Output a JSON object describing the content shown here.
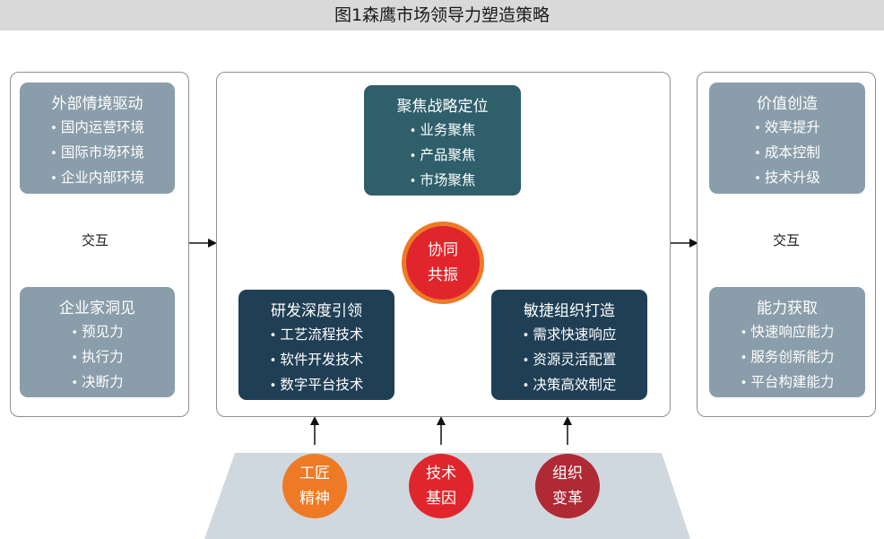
{
  "title": "图1森鹰市场领导力塑造策略",
  "left_panel": {
    "top_box": {
      "title": "外部情境驱动",
      "items": [
        "国内运营环境",
        "国际市场环境",
        "企业内部环境"
      ]
    },
    "interaction_label": "交互",
    "bottom_box": {
      "title": "企业家洞见",
      "items": [
        "预见力",
        "执行力",
        "决断力"
      ]
    }
  },
  "center_panel": {
    "top_box": {
      "title": "聚焦战略定位",
      "items": [
        "业务聚焦",
        "产品聚焦",
        "市场聚焦"
      ]
    },
    "left_box": {
      "title": "研发深度引领",
      "items": [
        "工艺流程技术",
        "软件开发技术",
        "数字平台技术"
      ]
    },
    "right_box": {
      "title": "敏捷组织打造",
      "items": [
        "需求快速响应",
        "资源灵活配置",
        "决策高效制定"
      ]
    },
    "center_circle": {
      "line1": "协同",
      "line2": "共振"
    }
  },
  "right_panel": {
    "top_box": {
      "title": "价值创造",
      "items": [
        "效率提升",
        "成本控制",
        "技术升级"
      ]
    },
    "interaction_label": "交互",
    "bottom_box": {
      "title": "能力获取",
      "items": [
        "快速响应能力",
        "服务创新能力",
        "平台构建能力"
      ]
    }
  },
  "foundation": {
    "circles": [
      {
        "line1": "工匠",
        "line2": "精神"
      },
      {
        "line1": "技术",
        "line2": "基因"
      },
      {
        "line1": "组织",
        "line2": "变革"
      }
    ]
  },
  "colors": {
    "gray_box": "#8a9daa",
    "teal_box": "#2e5f6b",
    "navy_box": "#1f3f55",
    "orange_circle": "#ee7a26",
    "red_circle": "#e0262c",
    "darkred_circle": "#b02a35",
    "trapezoid": "#d0d8df"
  }
}
